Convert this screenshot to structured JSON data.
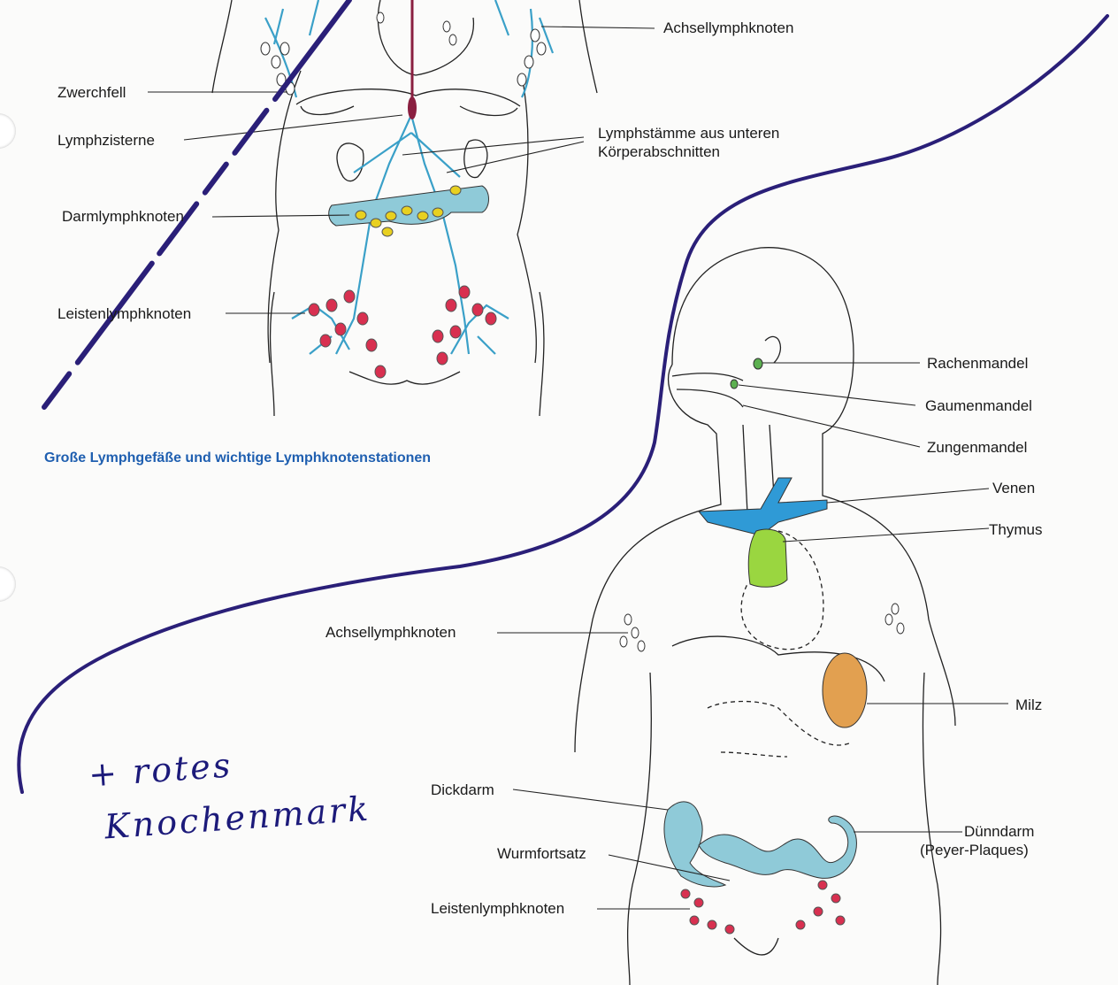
{
  "upper_figure": {
    "labels": {
      "achsel": "Achsellymphknoten",
      "zwerchfell": "Zwerchfell",
      "zisterne": "Lymphzisterne",
      "stamm_1": "Lymphstämme aus unteren",
      "stamm_2": "Körperabschnitten",
      "darm": "Darmlymphknoten",
      "leiste": "Leistenlymphknoten"
    },
    "caption": "Große Lymphgefäße und wichtige Lymphknotenstationen"
  },
  "lower_figure": {
    "labels": {
      "rachenmandel": "Rachenmandel",
      "gaumenmandel": "Gaumenmandel",
      "zungenmandel": "Zungenmandel",
      "venen": "Venen",
      "thymus": "Thymus",
      "achsel": "Achsellymphknoten",
      "milz": "Milz",
      "dickdarm": "Dickdarm",
      "duenndarm_1": "Dünndarm",
      "duenndarm_2": "(Peyer-Plaques)",
      "wurmfortsatz": "Wurmfortsatz",
      "leiste": "Leistenlymphknoten"
    }
  },
  "handwriting": {
    "line_1": "+ rotes",
    "line_2": "Knochenmark"
  },
  "colors": {
    "lymph_vessel": "#3aa0c8",
    "node_yellow": "#e8d020",
    "node_red": "#d83050",
    "thymus": "#9ad640",
    "milz": "#e2a050",
    "darm": "#8fcad8",
    "vein": "#2f9ad6",
    "pen": "#2a1f78",
    "caption": "#1f5fb0"
  }
}
